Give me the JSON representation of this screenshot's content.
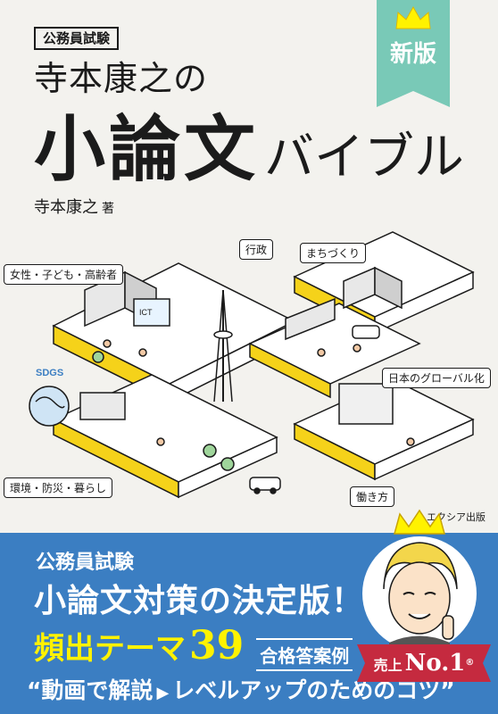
{
  "cover": {
    "series": "公務員試験",
    "subtitle": "寺本康之の",
    "title_main": "小論文",
    "title_suffix": "バイブル",
    "author": "寺本康之",
    "author_role": "著",
    "edition_badge": "新版",
    "publisher": "エクシア出版"
  },
  "illustration": {
    "tags": [
      "女性・子ども・高齢者",
      "行政",
      "まちづくり",
      "日本のグローバル化",
      "環境・防災・暮らし",
      "働き方"
    ],
    "icons": [
      "city-illustration-icon",
      "sdgs-globe-icon",
      "sky-tree-tower-icon"
    ],
    "sign_text": "SDGS",
    "building_label": "ICT"
  },
  "band": {
    "line1": "公務員試験",
    "line2": "小論文対策の決定版！",
    "line3_text": "頻出テーマ",
    "line3_number": "39",
    "line3_caption": "合格答案例",
    "line4_a": "“動画で解説",
    "line4_arrow": "▶",
    "line4_b": "レベルアップのためのコツ”"
  },
  "badge": {
    "label": "売上",
    "rank": "No.1",
    "mark": "®"
  },
  "colors": {
    "background": "#f3f2ee",
    "ribbon": "#79c9b7",
    "band": "#3b7ec2",
    "accent_yellow": "#fff200",
    "badge_red": "#c52a3f",
    "illus_yellow": "#f5d21a"
  }
}
